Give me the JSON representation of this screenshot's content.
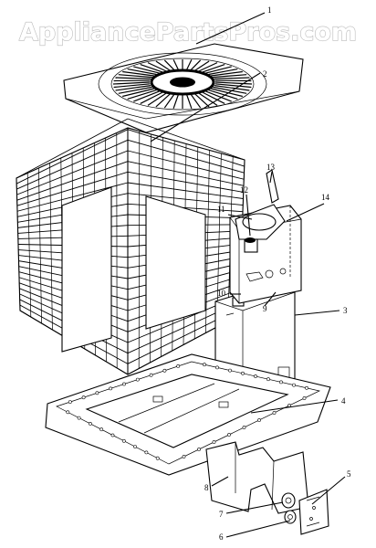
{
  "watermark": "AppliancePartsPros.com",
  "callouts": [
    {
      "id": "part-1",
      "label": "1"
    },
    {
      "id": "part-2",
      "label": "2"
    },
    {
      "id": "part-3",
      "label": "3"
    },
    {
      "id": "part-4",
      "label": "4"
    },
    {
      "id": "part-5",
      "label": "5"
    },
    {
      "id": "part-6",
      "label": "6"
    },
    {
      "id": "part-7",
      "label": "7"
    },
    {
      "id": "part-8",
      "label": "8"
    },
    {
      "id": "part-9",
      "label": "9"
    },
    {
      "id": "part-10",
      "label": "10"
    },
    {
      "id": "part-11",
      "label": "11"
    },
    {
      "id": "part-12",
      "label": "12"
    },
    {
      "id": "part-13",
      "label": "13"
    },
    {
      "id": "part-14",
      "label": "14"
    }
  ]
}
